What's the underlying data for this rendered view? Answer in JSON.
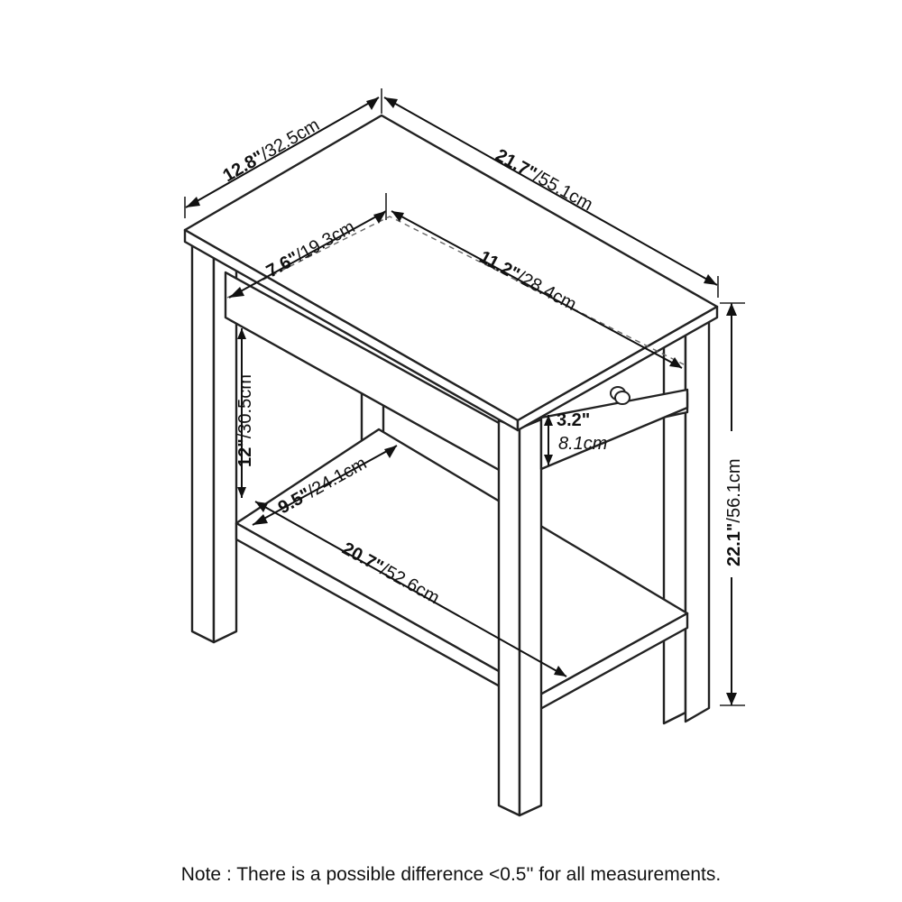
{
  "dimensions": {
    "top_width": {
      "imperial": "12.8\"",
      "metric": "/32.5cm"
    },
    "top_length": {
      "imperial": "21.7\"",
      "metric": "/55.1cm"
    },
    "drawer_width": {
      "imperial": "7.6\"",
      "metric": "/19.3cm"
    },
    "drawer_length": {
      "imperial": "11.2\"",
      "metric": "/28.4cm"
    },
    "drawer_height": {
      "imperial": "3.2\"",
      "metric": "8.1cm"
    },
    "clearance_height": {
      "imperial": "12\"",
      "metric": "/30.5cm"
    },
    "shelf_width": {
      "imperial": "9.5\"",
      "metric": "/24.1cm"
    },
    "shelf_length": {
      "imperial": "20.7\"",
      "metric": "/52.6cm"
    },
    "total_height": {
      "imperial": "22.1\"",
      "metric": "/56.1cm"
    }
  },
  "note": "Note : There is a possible difference <0.5'' for all measurements."
}
